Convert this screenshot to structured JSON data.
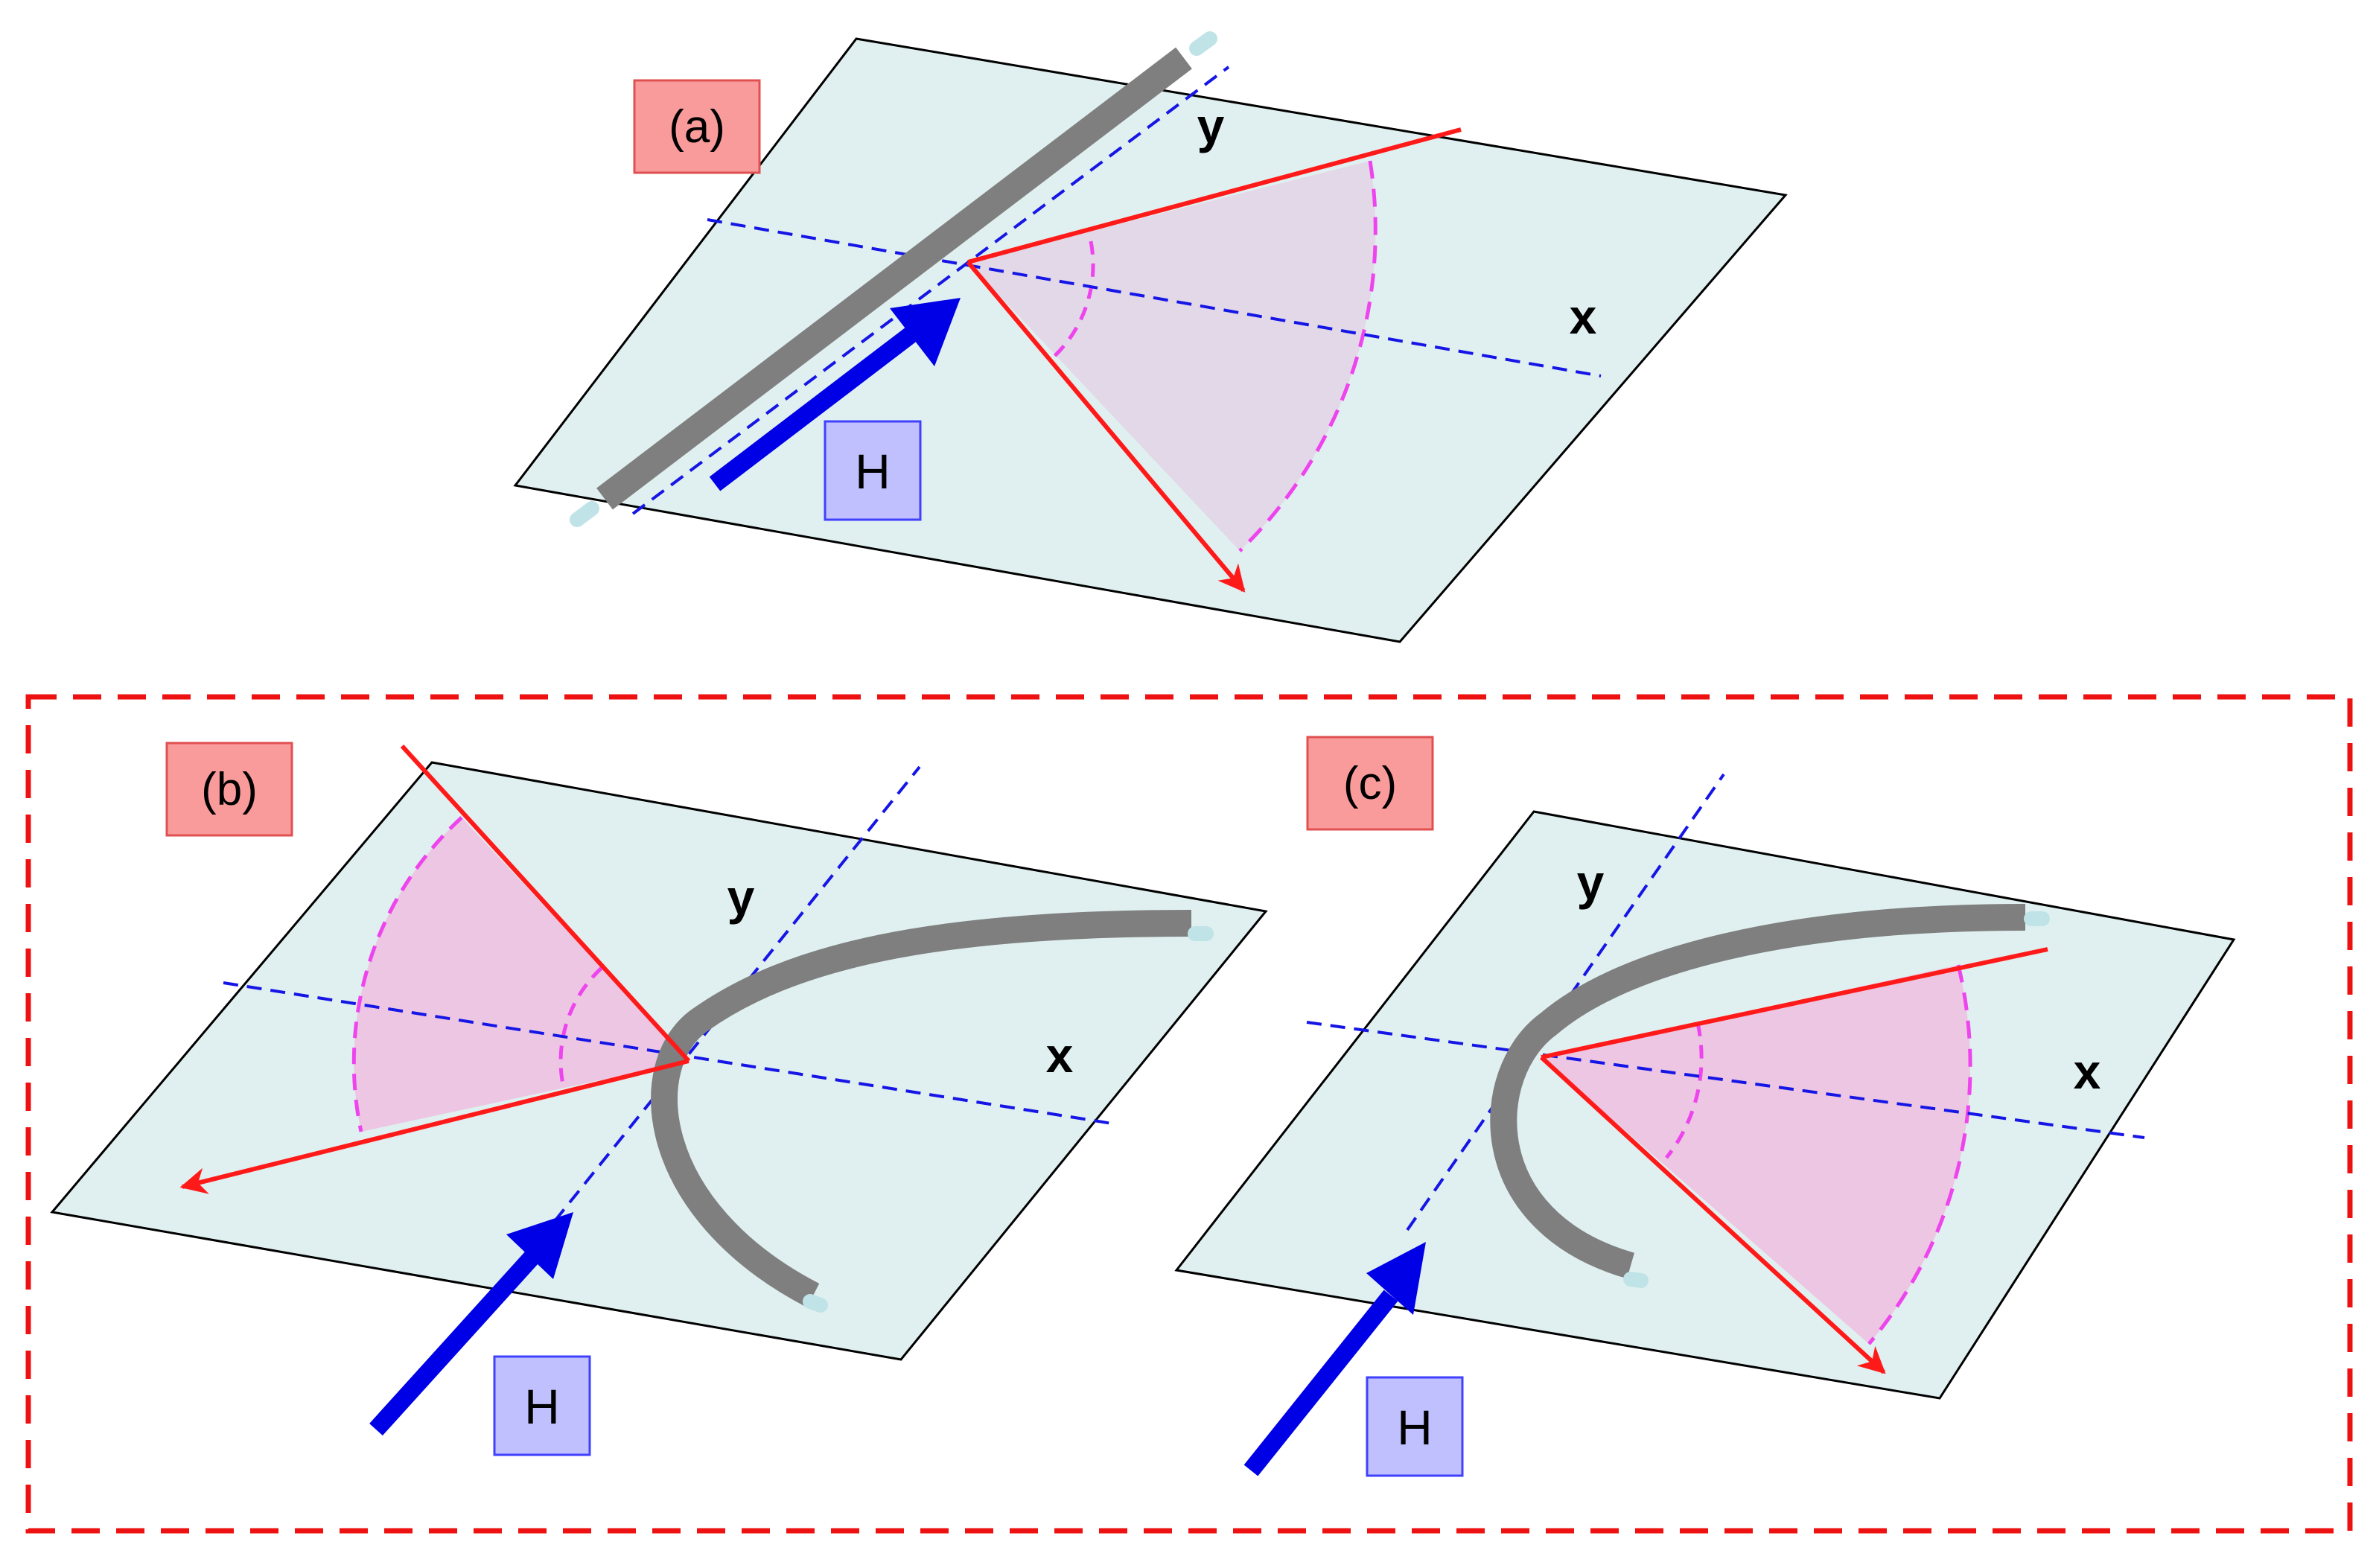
{
  "colors": {
    "plane_fill": "#e0f0f0",
    "plane_stroke": "#000000",
    "axis_dash": "#1515e6",
    "magnetization": "#ff1a1a",
    "cone_fill": "#ecc6e2",
    "cone_fill_a": "#e2d8e8",
    "cone_arc": "#ee44ee",
    "wire": "#7f7f7f",
    "wire_tip": "#bfe3e6",
    "field_arrow": "#0000e6",
    "panel_label_bg": "#fa9b9b",
    "panel_label_border": "#e05050",
    "field_label_bg": "#c0c0ff",
    "field_label_border": "#4040ff",
    "group_border": "#ee1111"
  },
  "icons": {
    "field_arrow": "thick-arrow-icon",
    "vector": "arrowhead-icon"
  },
  "panels": [
    {
      "id": "a",
      "label": "(a)",
      "x_label": "x",
      "y_label": "y",
      "field_label": "H",
      "wire_shape": "straight"
    },
    {
      "id": "b",
      "label": "(b)",
      "x_label": "x",
      "y_label": "y",
      "field_label": "H",
      "wire_shape": "curved"
    },
    {
      "id": "c",
      "label": "(c)",
      "x_label": "x",
      "y_label": "y",
      "field_label": "H",
      "wire_shape": "curved"
    }
  ]
}
